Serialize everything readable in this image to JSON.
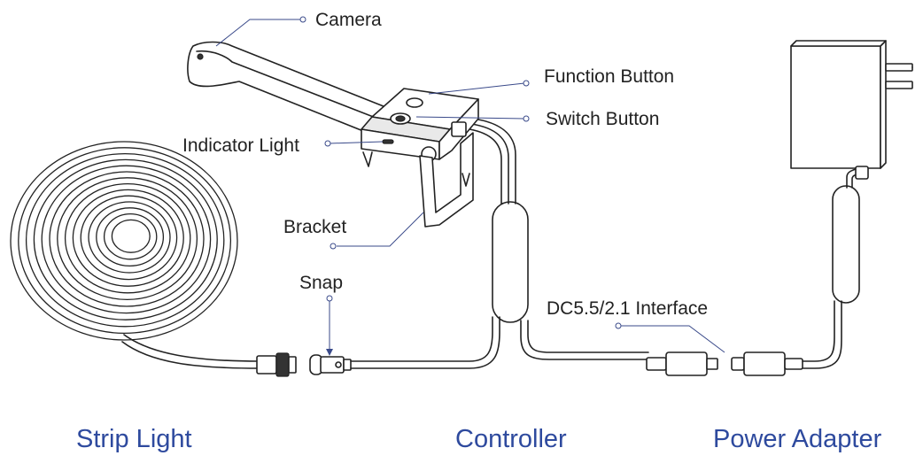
{
  "callouts": {
    "camera": "Camera",
    "function_button": "Function Button",
    "switch_button": "Switch Button",
    "indicator_light": "Indicator Light",
    "bracket": "Bracket",
    "snap": "Snap",
    "dc_interface": "DC5.5/2.1 Interface"
  },
  "sections": {
    "strip_light": "Strip Light",
    "controller": "Controller",
    "power_adapter": "Power Adapter"
  },
  "colors": {
    "section_label": "#2e4a9e",
    "callout_text": "#222222",
    "leader_line": "#3a4a8a",
    "line_art": "#222222"
  }
}
